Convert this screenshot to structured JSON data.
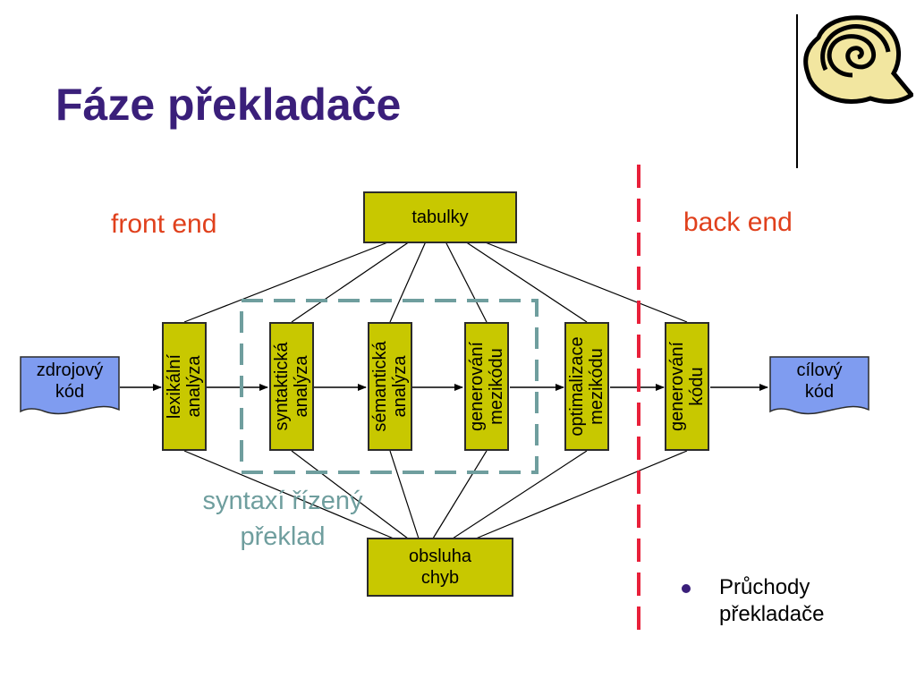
{
  "slide": {
    "title": "Fáze překladače",
    "front_label": "front end",
    "back_label": "back end",
    "syntax_label": "syntaxí řízený\npřeklad",
    "bullet": "Průchody\npřekladače"
  },
  "boxes": {
    "tables": "tabulky",
    "errors": "obsluha\nchyb"
  },
  "phases": [
    {
      "id": "lexical",
      "label": "lexikální\nanalýza"
    },
    {
      "id": "syntax",
      "label": "syntaktická\nanalýza"
    },
    {
      "id": "semantic",
      "label": "sémantická\nanalýza"
    },
    {
      "id": "intermediate",
      "label": "generování\nmezikódu"
    },
    {
      "id": "optimization",
      "label": "optimalizace\nmezikódu"
    },
    {
      "id": "codegen",
      "label": "generování\nkódu"
    }
  ],
  "docs": {
    "source": "zdrojový\nkód",
    "target": "cílový\nkód"
  },
  "colors": {
    "box_fill": "#c8c800",
    "doc_fill": "#7f9cf0",
    "region_label": "#e0401c",
    "divider": "#e8203a",
    "syntax_frame": "#6f9e9e",
    "title": "#3a1f7a"
  },
  "icons": {
    "logo": "snail-shell-icon",
    "bullet": "bullet-dot-icon"
  }
}
